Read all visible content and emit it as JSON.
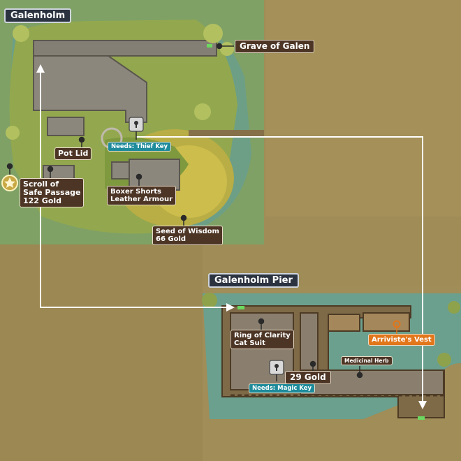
{
  "regions": {
    "galenholm": "Galenholm",
    "pier": "Galenholm Pier"
  },
  "locations": {
    "grave_of_galen": "Grave of Galen",
    "pot_lid": "Pot Lid",
    "needs_thief_key": "Needs: Thief Key",
    "scroll_line1": "Scroll of",
    "scroll_line2": "Safe Passage",
    "scroll_line3": "122 Gold",
    "boxer_line1": "Boxer Shorts",
    "boxer_line2": "Leather Armour",
    "seed_line1": "Seed of Wisdom",
    "seed_line2": "66 Gold",
    "ring_line1": "Ring of Clarity",
    "ring_line2": "Cat Suit",
    "arriviste_vest": "Arriviste's Vest",
    "medicinal_herb": "Medicinal Herb",
    "gold_29": "29 Gold",
    "needs_magic_key": "Needs: Magic Key"
  },
  "icons": {
    "door_marker": "keyhole-door-icon",
    "star_marker": "star-icon",
    "route": "route-arrow-icon"
  },
  "colors": {
    "label_bg": "#4d3525",
    "region_bg": "#2b3240",
    "highlight": "#e2761a",
    "key_label": "#1d8b9b",
    "route_line": "#ffffff",
    "water": "#5d9a8e",
    "grass": "#8fa24a"
  }
}
